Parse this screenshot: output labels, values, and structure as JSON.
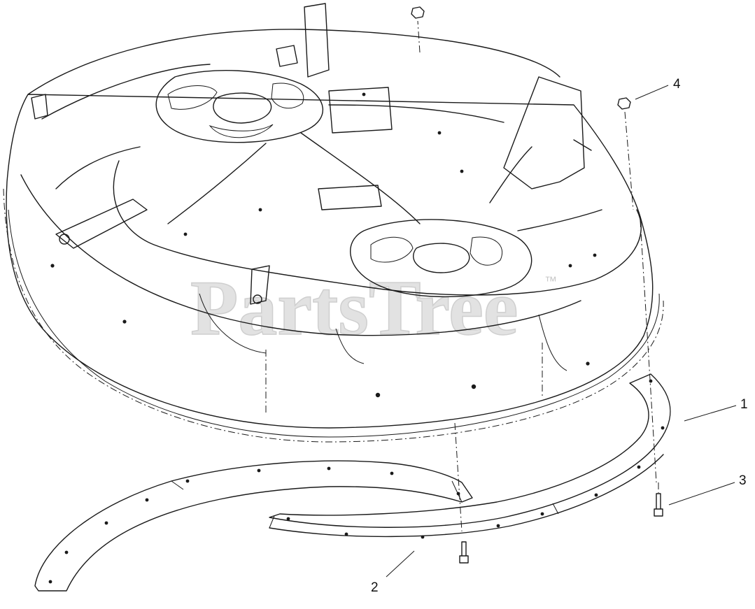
{
  "watermark": {
    "text": "PartsTree",
    "trademark": "™"
  },
  "callouts": [
    {
      "id": "1",
      "label": "1",
      "part": "baffle-front"
    },
    {
      "id": "2",
      "label": "2",
      "part": "baffle-rear"
    },
    {
      "id": "3",
      "label": "3",
      "part": "bolt"
    },
    {
      "id": "4",
      "label": "4",
      "part": "nut"
    }
  ]
}
